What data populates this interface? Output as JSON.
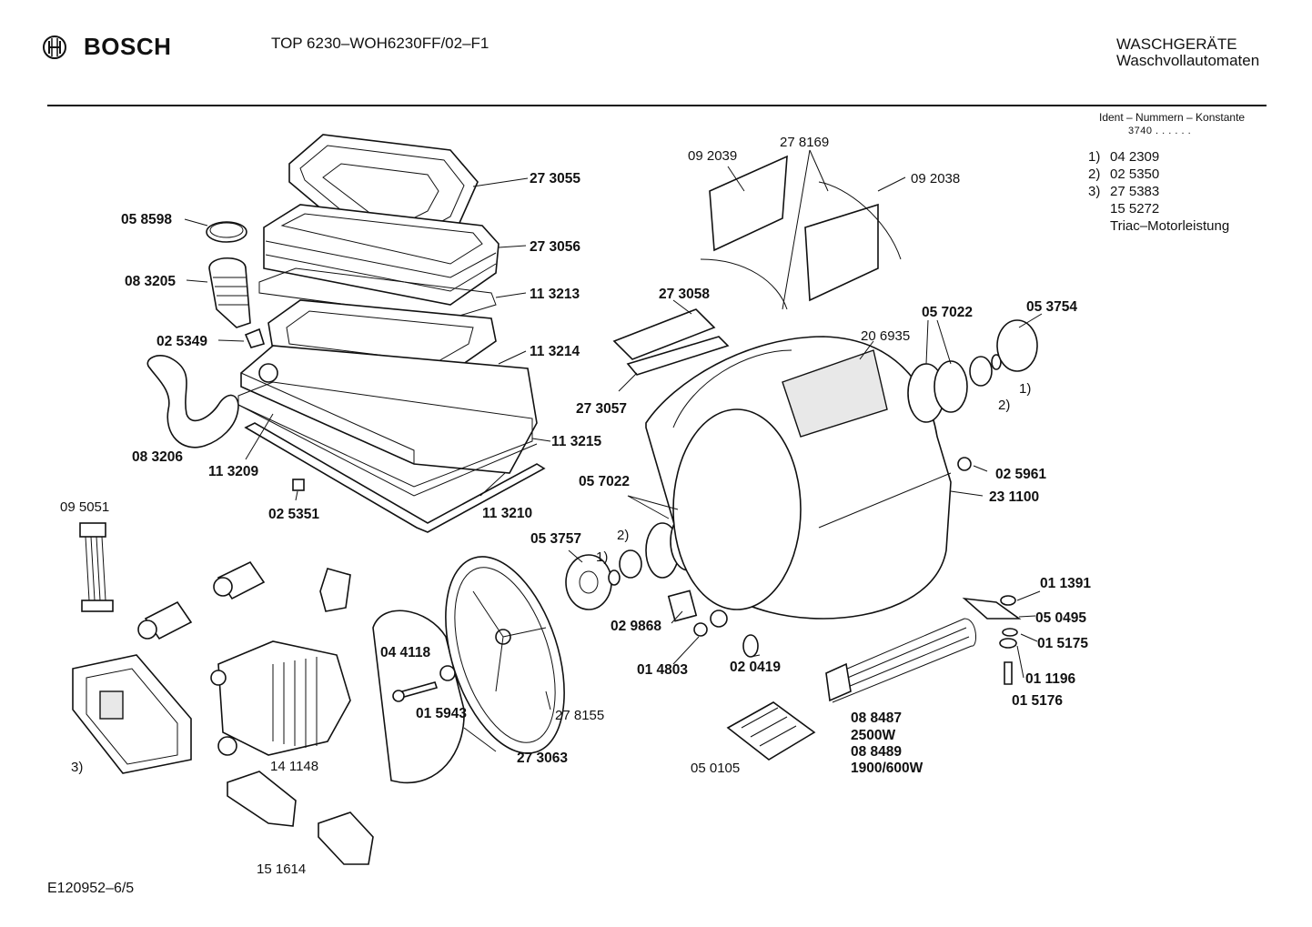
{
  "header": {
    "brand": "BOSCH",
    "model": "TOP 6230–WOH6230FF/02–F1",
    "category_line1": "WASCHGERÄTE",
    "category_line2": "Waschvollautomaten"
  },
  "ident": {
    "title": "Ident – Nummern – Konstante",
    "value": "3740  .  .  .  .  .  ."
  },
  "notes": [
    {
      "key": "1)",
      "text": "04 2309"
    },
    {
      "key": "2)",
      "text": "02 5350"
    },
    {
      "key": "3)",
      "text": "27 5383"
    },
    {
      "key": "",
      "text": "15 5272"
    },
    {
      "key": "",
      "text": "Triac–Motorleistung"
    }
  ],
  "footer": "E120952–6/5",
  "labels": {
    "p273055": "27 3055",
    "p058598": "05 8598",
    "p273056": "27 3056",
    "p083205": "08 3205",
    "p113213": "11 3213",
    "p025349": "02 5349",
    "p113214": "11 3214",
    "p083206": "08 3206",
    "p113209": "11 3209",
    "p113215": "11 3215",
    "p025351": "02 5351",
    "p113210": "11 3210",
    "p095051": "09 5051",
    "p092039": "09 2039",
    "p278169": "27 8169",
    "p092038": "09 2038",
    "p273058": "27 3058",
    "p273057": "27 3057",
    "p057022a": "05 7022",
    "p053754": "05 3754",
    "p206935": "20 6935",
    "note1a": "1)",
    "note2a": "2)",
    "p025961": "02 5961",
    "p231100": "23 1100",
    "p057022b": "05 7022",
    "p053757": "05 3757",
    "note2b": "2)",
    "note1b": "1)",
    "p029868": "02 9868",
    "p014803": "01 4803",
    "p020419": "02 0419",
    "p044118": "04 4118",
    "p015943": "01 5943",
    "p278155": "27 8155",
    "p273063": "27 3063",
    "p141148": "14 1148",
    "note3": "3)",
    "p151614": "15 1614",
    "p050105": "05 0105",
    "p088487": "08 8487",
    "w2500": "2500W",
    "p088489": "08 8489",
    "w1900": "1900/600W",
    "p011391": "01 1391",
    "p050495": "05 0495",
    "p015175": "01 5175",
    "p011196": "01 1196",
    "p015176": "01 5176"
  }
}
